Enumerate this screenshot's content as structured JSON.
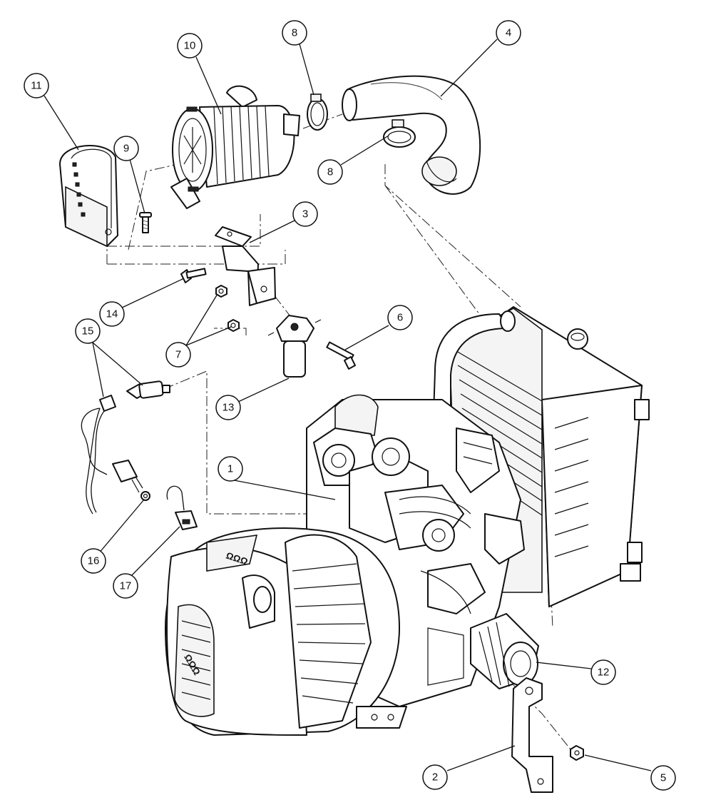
{
  "diagram": {
    "type": "exploded-parts-diagram",
    "callouts": [
      {
        "id": "callout-1",
        "label": "1"
      },
      {
        "id": "callout-2",
        "label": "2"
      },
      {
        "id": "callout-3",
        "label": "3"
      },
      {
        "id": "callout-4",
        "label": "4"
      },
      {
        "id": "callout-5",
        "label": "5"
      },
      {
        "id": "callout-6",
        "label": "6"
      },
      {
        "id": "callout-7",
        "label": "7"
      },
      {
        "id": "callout-8a",
        "label": "8"
      },
      {
        "id": "callout-8b",
        "label": "8"
      },
      {
        "id": "callout-9",
        "label": "9"
      },
      {
        "id": "callout-10",
        "label": "10"
      },
      {
        "id": "callout-11",
        "label": "11"
      },
      {
        "id": "callout-12",
        "label": "12"
      },
      {
        "id": "callout-13",
        "label": "13"
      },
      {
        "id": "callout-14",
        "label": "14"
      },
      {
        "id": "callout-15",
        "label": "15"
      },
      {
        "id": "callout-16",
        "label": "16"
      },
      {
        "id": "callout-17",
        "label": "17"
      }
    ],
    "brand_marks": {
      "alternator_top": "ΩΩΩ",
      "alternator_side": "ΩΩΩ"
    }
  }
}
